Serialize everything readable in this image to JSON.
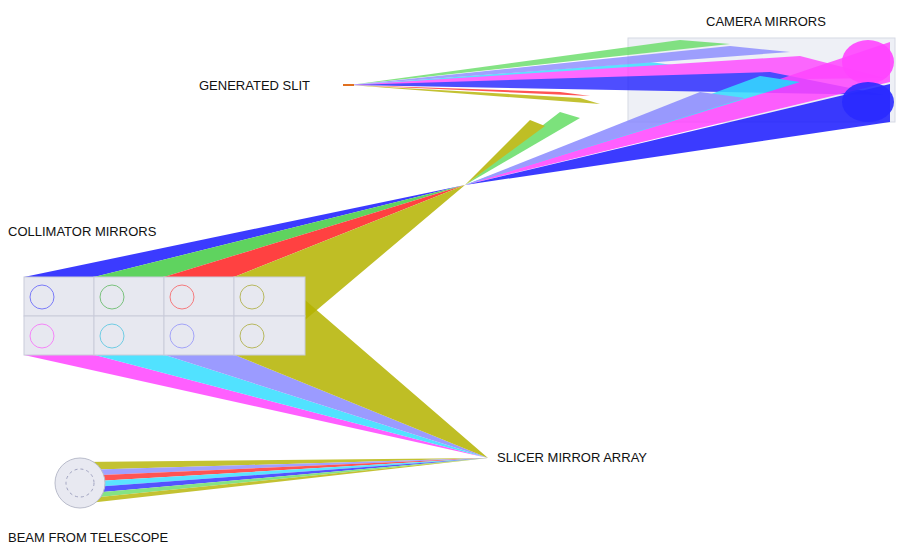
{
  "diagram": {
    "labels": [
      "CAMERA MIRRORS",
      "GENERATED SLIT",
      "COLLIMATOR MIRRORS",
      "SLICER MIRROR ARRAY",
      "BEAM FROM TELESCOPE"
    ]
  }
}
